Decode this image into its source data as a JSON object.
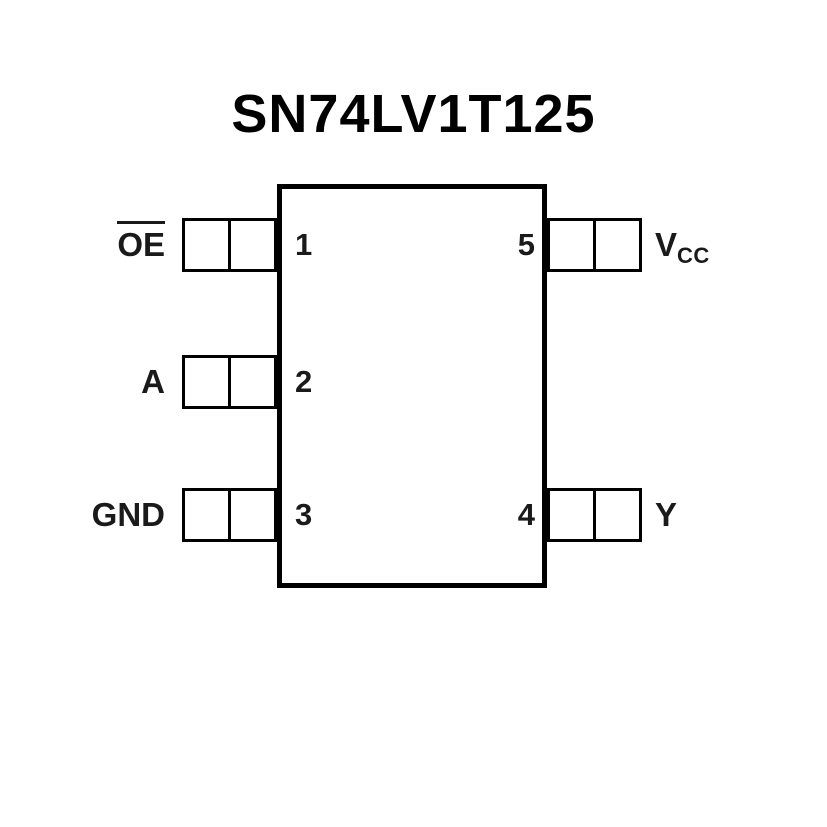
{
  "title": "SN74LV1T125",
  "colors": {
    "line": "#000000",
    "text": "#1a1a1a",
    "background": "#ffffff"
  },
  "chip": {
    "package_shape": "rectangle",
    "pins": [
      {
        "number": "1",
        "label": "OE",
        "label_overline": true,
        "side": "left",
        "row": 1
      },
      {
        "number": "2",
        "label": "A",
        "side": "left",
        "row": 2
      },
      {
        "number": "3",
        "label": "GND",
        "side": "left",
        "row": 3
      },
      {
        "number": "4",
        "label": "Y",
        "side": "right",
        "row": 3
      },
      {
        "number": "5",
        "label": "V",
        "label_subscript": "CC",
        "side": "right",
        "row": 1
      }
    ]
  }
}
